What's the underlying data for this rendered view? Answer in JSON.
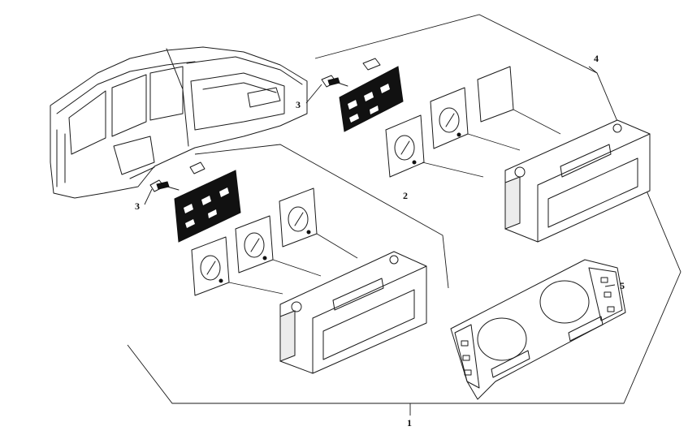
{
  "callouts": {
    "c1": "1",
    "c2": "2",
    "c3a": "3",
    "c3b": "3",
    "c4": "4",
    "c5": "5"
  },
  "colors": {
    "line": "#1a1a1a",
    "background": "#ffffff",
    "circuit_board": "#111111"
  }
}
